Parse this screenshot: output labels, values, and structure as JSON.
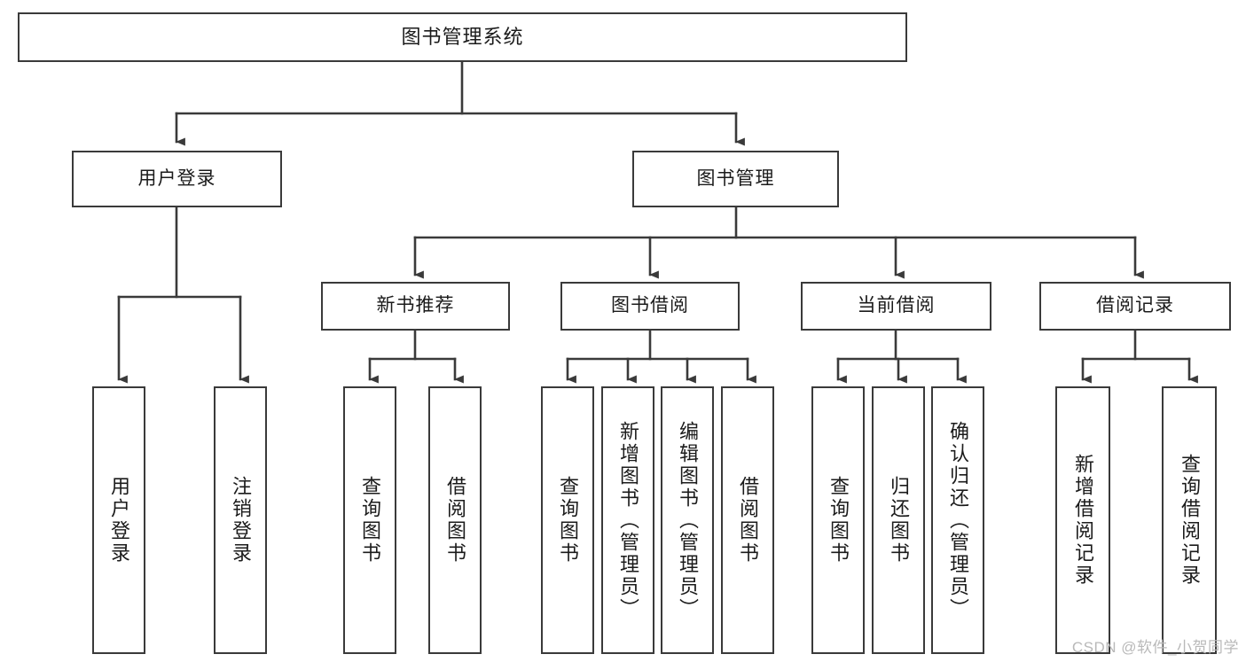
{
  "diagram": {
    "type": "tree",
    "title": "图书管理系统",
    "watermark": "CSDN @软件_小贺同学",
    "colors": {
      "box_border": "#3a3a3a",
      "box_fill": "#ffffff",
      "connector": "#3a3a3a",
      "text": "#1b1b1b",
      "watermark": "#b9b9b9"
    },
    "nodes": {
      "root": {
        "label": "图书管理系统"
      },
      "level2": [
        {
          "id": "user-login",
          "label": "用户登录"
        },
        {
          "id": "book-manage",
          "label": "图书管理"
        }
      ],
      "level3": [
        {
          "id": "new-book-recommend",
          "label": "新书推荐"
        },
        {
          "id": "book-borrow",
          "label": "图书借阅"
        },
        {
          "id": "current-borrow",
          "label": "当前借阅"
        },
        {
          "id": "borrow-record",
          "label": "借阅记录"
        }
      ],
      "leaves": {
        "user-login": [
          {
            "id": "login",
            "label": "用户登录"
          },
          {
            "id": "logout",
            "label": "注销登录"
          }
        ],
        "new-book-recommend": [
          {
            "id": "query-book-1",
            "label": "查询图书"
          },
          {
            "id": "borrow-book-1",
            "label": "借阅图书"
          }
        ],
        "book-borrow": [
          {
            "id": "query-book-2",
            "label": "查询图书"
          },
          {
            "id": "add-book",
            "label": "新增图书（管理员）"
          },
          {
            "id": "edit-book",
            "label": "编辑图书（管理员）"
          },
          {
            "id": "borrow-book-2",
            "label": "借阅图书"
          }
        ],
        "current-borrow": [
          {
            "id": "query-book-3",
            "label": "查询图书"
          },
          {
            "id": "return-book",
            "label": "归还图书"
          },
          {
            "id": "confirm-return",
            "label": "确认归还（管理员）"
          }
        ],
        "borrow-record": [
          {
            "id": "add-record",
            "label": "新增借阅记录"
          },
          {
            "id": "query-record",
            "label": "查询借阅记录"
          }
        ]
      }
    }
  }
}
